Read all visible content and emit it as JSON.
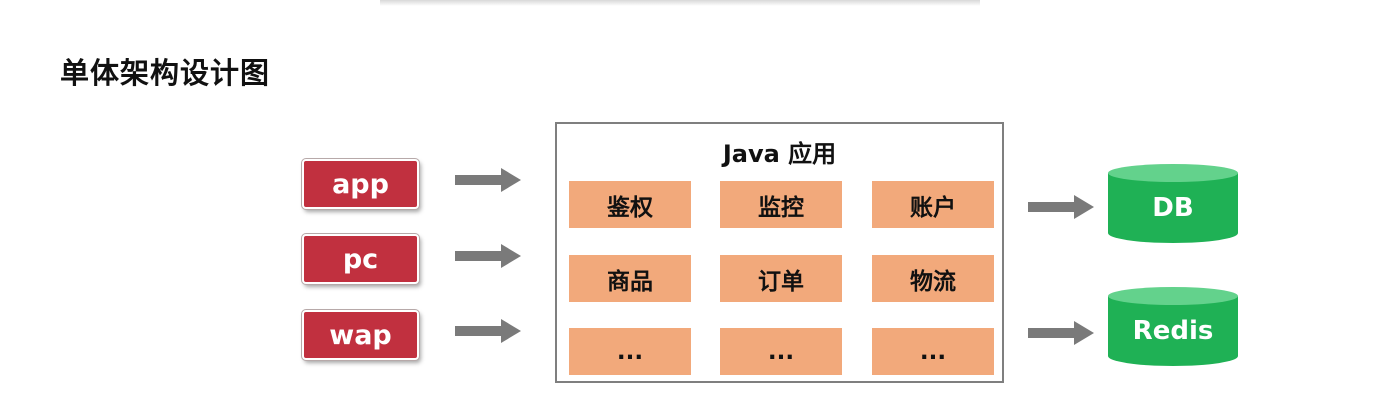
{
  "page": {
    "title": "单体架构设计图"
  },
  "clients": [
    "app",
    "pc",
    "wap"
  ],
  "app": {
    "title": "Java 应用",
    "modules": [
      [
        "鉴权",
        "监控",
        "账户"
      ],
      [
        "商品",
        "订单",
        "物流"
      ],
      [
        "...",
        "...",
        "..."
      ]
    ]
  },
  "stores": [
    "DB",
    "Redis"
  ],
  "colors": {
    "client_fill": "#c1303f",
    "module_fill": "#f2a97b",
    "store_fill": "#1fb155",
    "arrow": "#7a7a7a"
  }
}
